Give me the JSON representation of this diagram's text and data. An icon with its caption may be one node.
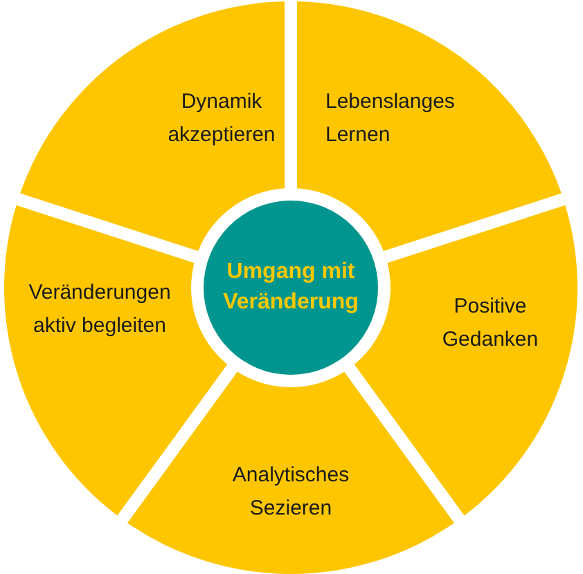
{
  "diagram": {
    "nodes": [
      {
        "text": [
          "Dynamik akzeptieren"
        ]
      },
      {
        "text": [
          "Lebenslanges Lernen"
        ]
      },
      {
        "text": [
          "Umgang mit Veränderung"
        ]
      },
      {
        "text": [
          "Veränderungen aktiv begleiten"
        ]
      },
      {
        "text": [
          "Positive Gedanken"
        ]
      },
      {
        "text": [
          "Analytisches Sezieren"
        ]
      }
    ]
  }
}
